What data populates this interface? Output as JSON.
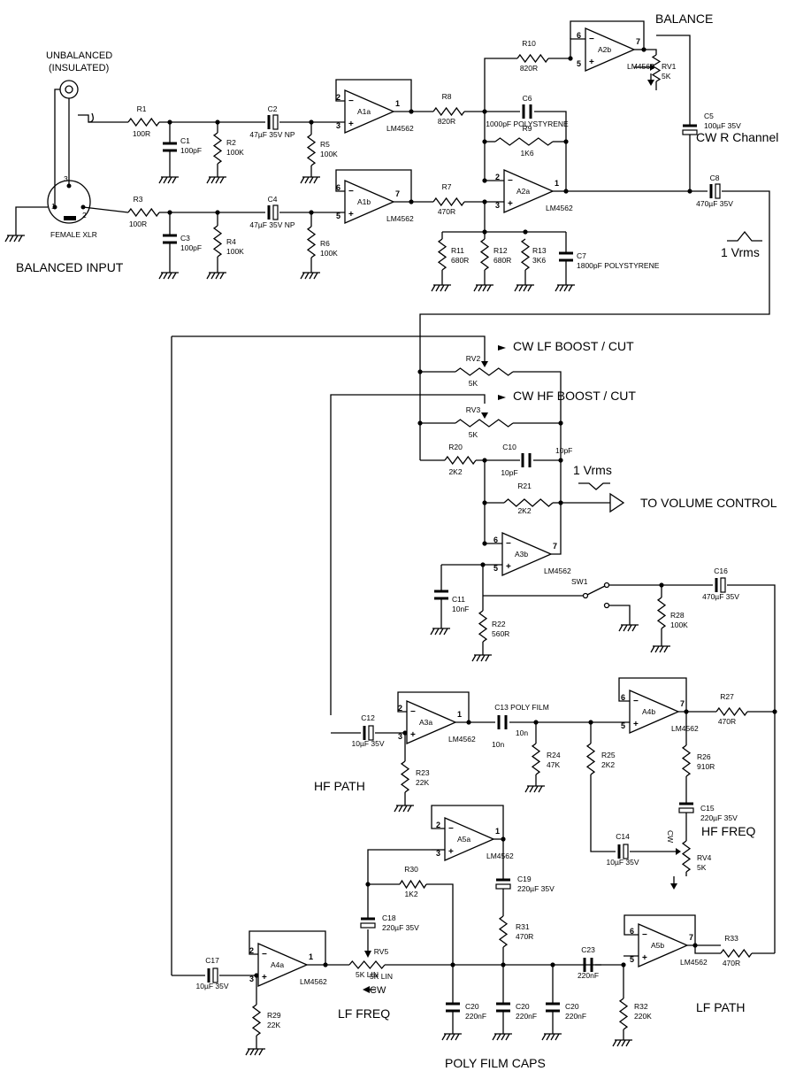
{
  "labels": {
    "unbalanced": "UNBALANCED",
    "insulated": "(INSULATED)",
    "female_xlr": "FEMALE XLR",
    "balanced_input": "BALANCED INPUT",
    "balance": "BALANCE",
    "cw_r_channel": "CW R Channel",
    "one_vrms_a": "1 Vrms",
    "one_vrms_b": "1 Vrms",
    "cw_lf": "CW LF BOOST / CUT",
    "cw_hf": "CW HF BOOST / CUT",
    "to_volume": "TO VOLUME CONTROL",
    "hf_path": "HF PATH",
    "hf_freq": "HF FREQ",
    "lf_freq": "LF FREQ",
    "lf_path": "LF PATH",
    "poly_caps": "POLY FILM CAPS",
    "cw_arrow": "CW",
    "cw_vertical": "CW",
    "sw1": "SW1",
    "xlr_pin1": "1",
    "xlr_pin2": "2",
    "xlr_pin3": "3"
  },
  "parts": {
    "R1": {
      "ref": "R1",
      "val": "100R"
    },
    "R2": {
      "ref": "R2",
      "val": "100K"
    },
    "R3": {
      "ref": "R3",
      "val": "100R"
    },
    "R4": {
      "ref": "R4",
      "val": "100K"
    },
    "R5": {
      "ref": "R5",
      "val": "100K"
    },
    "R6": {
      "ref": "R6",
      "val": "100K"
    },
    "R7": {
      "ref": "R7",
      "val": "470R"
    },
    "R8": {
      "ref": "R8",
      "val": "820R"
    },
    "R9": {
      "ref": "R9",
      "val": "1K6"
    },
    "R10": {
      "ref": "R10",
      "val": "820R"
    },
    "R11": {
      "ref": "R11",
      "val": "680R"
    },
    "R12": {
      "ref": "R12",
      "val": "680R"
    },
    "R13": {
      "ref": "R13",
      "val": "3K6"
    },
    "R20": {
      "ref": "R20",
      "val": "2K2"
    },
    "R21": {
      "ref": "R21",
      "val": "2K2"
    },
    "R22": {
      "ref": "R22",
      "val": "560R"
    },
    "R23": {
      "ref": "R23",
      "val": "22K"
    },
    "R24": {
      "ref": "R24",
      "val": "47K"
    },
    "R25": {
      "ref": "R25",
      "val": "2K2"
    },
    "R26": {
      "ref": "R26",
      "val": "910R"
    },
    "R27": {
      "ref": "R27",
      "val": "470R"
    },
    "R28": {
      "ref": "R28",
      "val": "100K"
    },
    "R29": {
      "ref": "R29",
      "val": "22K"
    },
    "R30": {
      "ref": "R30",
      "val": "1K2"
    },
    "R31": {
      "ref": "R31",
      "val": "470R"
    },
    "R32": {
      "ref": "R32",
      "val": "220K"
    },
    "R33": {
      "ref": "R33",
      "val": "470R"
    },
    "C1": {
      "ref": "C1",
      "val": "100pF"
    },
    "C2": {
      "ref": "C2",
      "val": "47µF 35V NP"
    },
    "C3": {
      "ref": "C3",
      "val": "100pF"
    },
    "C4": {
      "ref": "C4",
      "val": "47µF 35V NP"
    },
    "C5": {
      "ref": "C5",
      "val": "100µF 35V"
    },
    "C6": {
      "ref": "C6",
      "val": "1000pF POLYSTYRENE"
    },
    "C7": {
      "ref": "C7",
      "val": "1800pF POLYSTYRENE"
    },
    "C8": {
      "ref": "C8",
      "val": "470µF 35V"
    },
    "C10": {
      "ref": "C10",
      "val": "10pF"
    },
    "C11": {
      "ref": "C11",
      "val": "10nF"
    },
    "C12": {
      "ref": "C12",
      "val": "10µF 35V"
    },
    "C13": {
      "ref": "C13 POLY FILM",
      "val": "10n"
    },
    "C14": {
      "ref": "C14",
      "val": "10µF 35V"
    },
    "C15": {
      "ref": "C15",
      "val": "220µF 35V"
    },
    "C16": {
      "ref": "C16",
      "val": "470µF 35V"
    },
    "C17": {
      "ref": "C17",
      "val": "10µF 35V"
    },
    "C18": {
      "ref": "C18",
      "val": "220µF 35V"
    },
    "C19": {
      "ref": "C19",
      "val": "220µF 35V"
    },
    "C20a": {
      "ref": "C20",
      "val": "220nF"
    },
    "C20b": {
      "ref": "C20",
      "val": "220nF"
    },
    "C20c": {
      "ref": "C20",
      "val": "220nF"
    },
    "C23": {
      "ref": "C23",
      "val": "220nF"
    },
    "RV1": {
      "ref": "RV1",
      "val": "5K"
    },
    "RV2": {
      "ref": "RV2",
      "val": "5K"
    },
    "RV3": {
      "ref": "RV3",
      "val": "5K"
    },
    "RV4": {
      "ref": "RV4",
      "val": "5K"
    },
    "RV5": {
      "ref": "RV5",
      "val": "5K LIN"
    }
  },
  "opamps": {
    "A1a": {
      "name": "A1a",
      "part": "LM4562",
      "inv": "2",
      "non": "3",
      "out": "1"
    },
    "A1b": {
      "name": "A1b",
      "part": "LM4562",
      "inv": "6",
      "non": "5",
      "out": "7"
    },
    "A2a": {
      "name": "A2a",
      "part": "LM4562",
      "inv": "2",
      "non": "3",
      "out": "1"
    },
    "A2b": {
      "name": "A2b",
      "part": "LM4562",
      "inv": "6",
      "non": "5",
      "out": "7"
    },
    "A3a": {
      "name": "A3a",
      "part": "LM4562",
      "inv": "2",
      "non": "3",
      "out": "1"
    },
    "A3b": {
      "name": "A3b",
      "part": "LM4562",
      "inv": "6",
      "non": "5",
      "out": "7"
    },
    "A4a": {
      "name": "A4a",
      "part": "LM4562",
      "inv": "2",
      "non": "3",
      "out": "1"
    },
    "A4b": {
      "name": "A4b",
      "part": "LM4562",
      "inv": "6",
      "non": "5",
      "out": "7"
    },
    "A5a": {
      "name": "A5a",
      "part": "LM4562",
      "inv": "2",
      "non": "3",
      "out": "1"
    },
    "A5b": {
      "name": "A5b",
      "part": "LM4562",
      "inv": "6",
      "non": "5",
      "out": "7"
    }
  }
}
